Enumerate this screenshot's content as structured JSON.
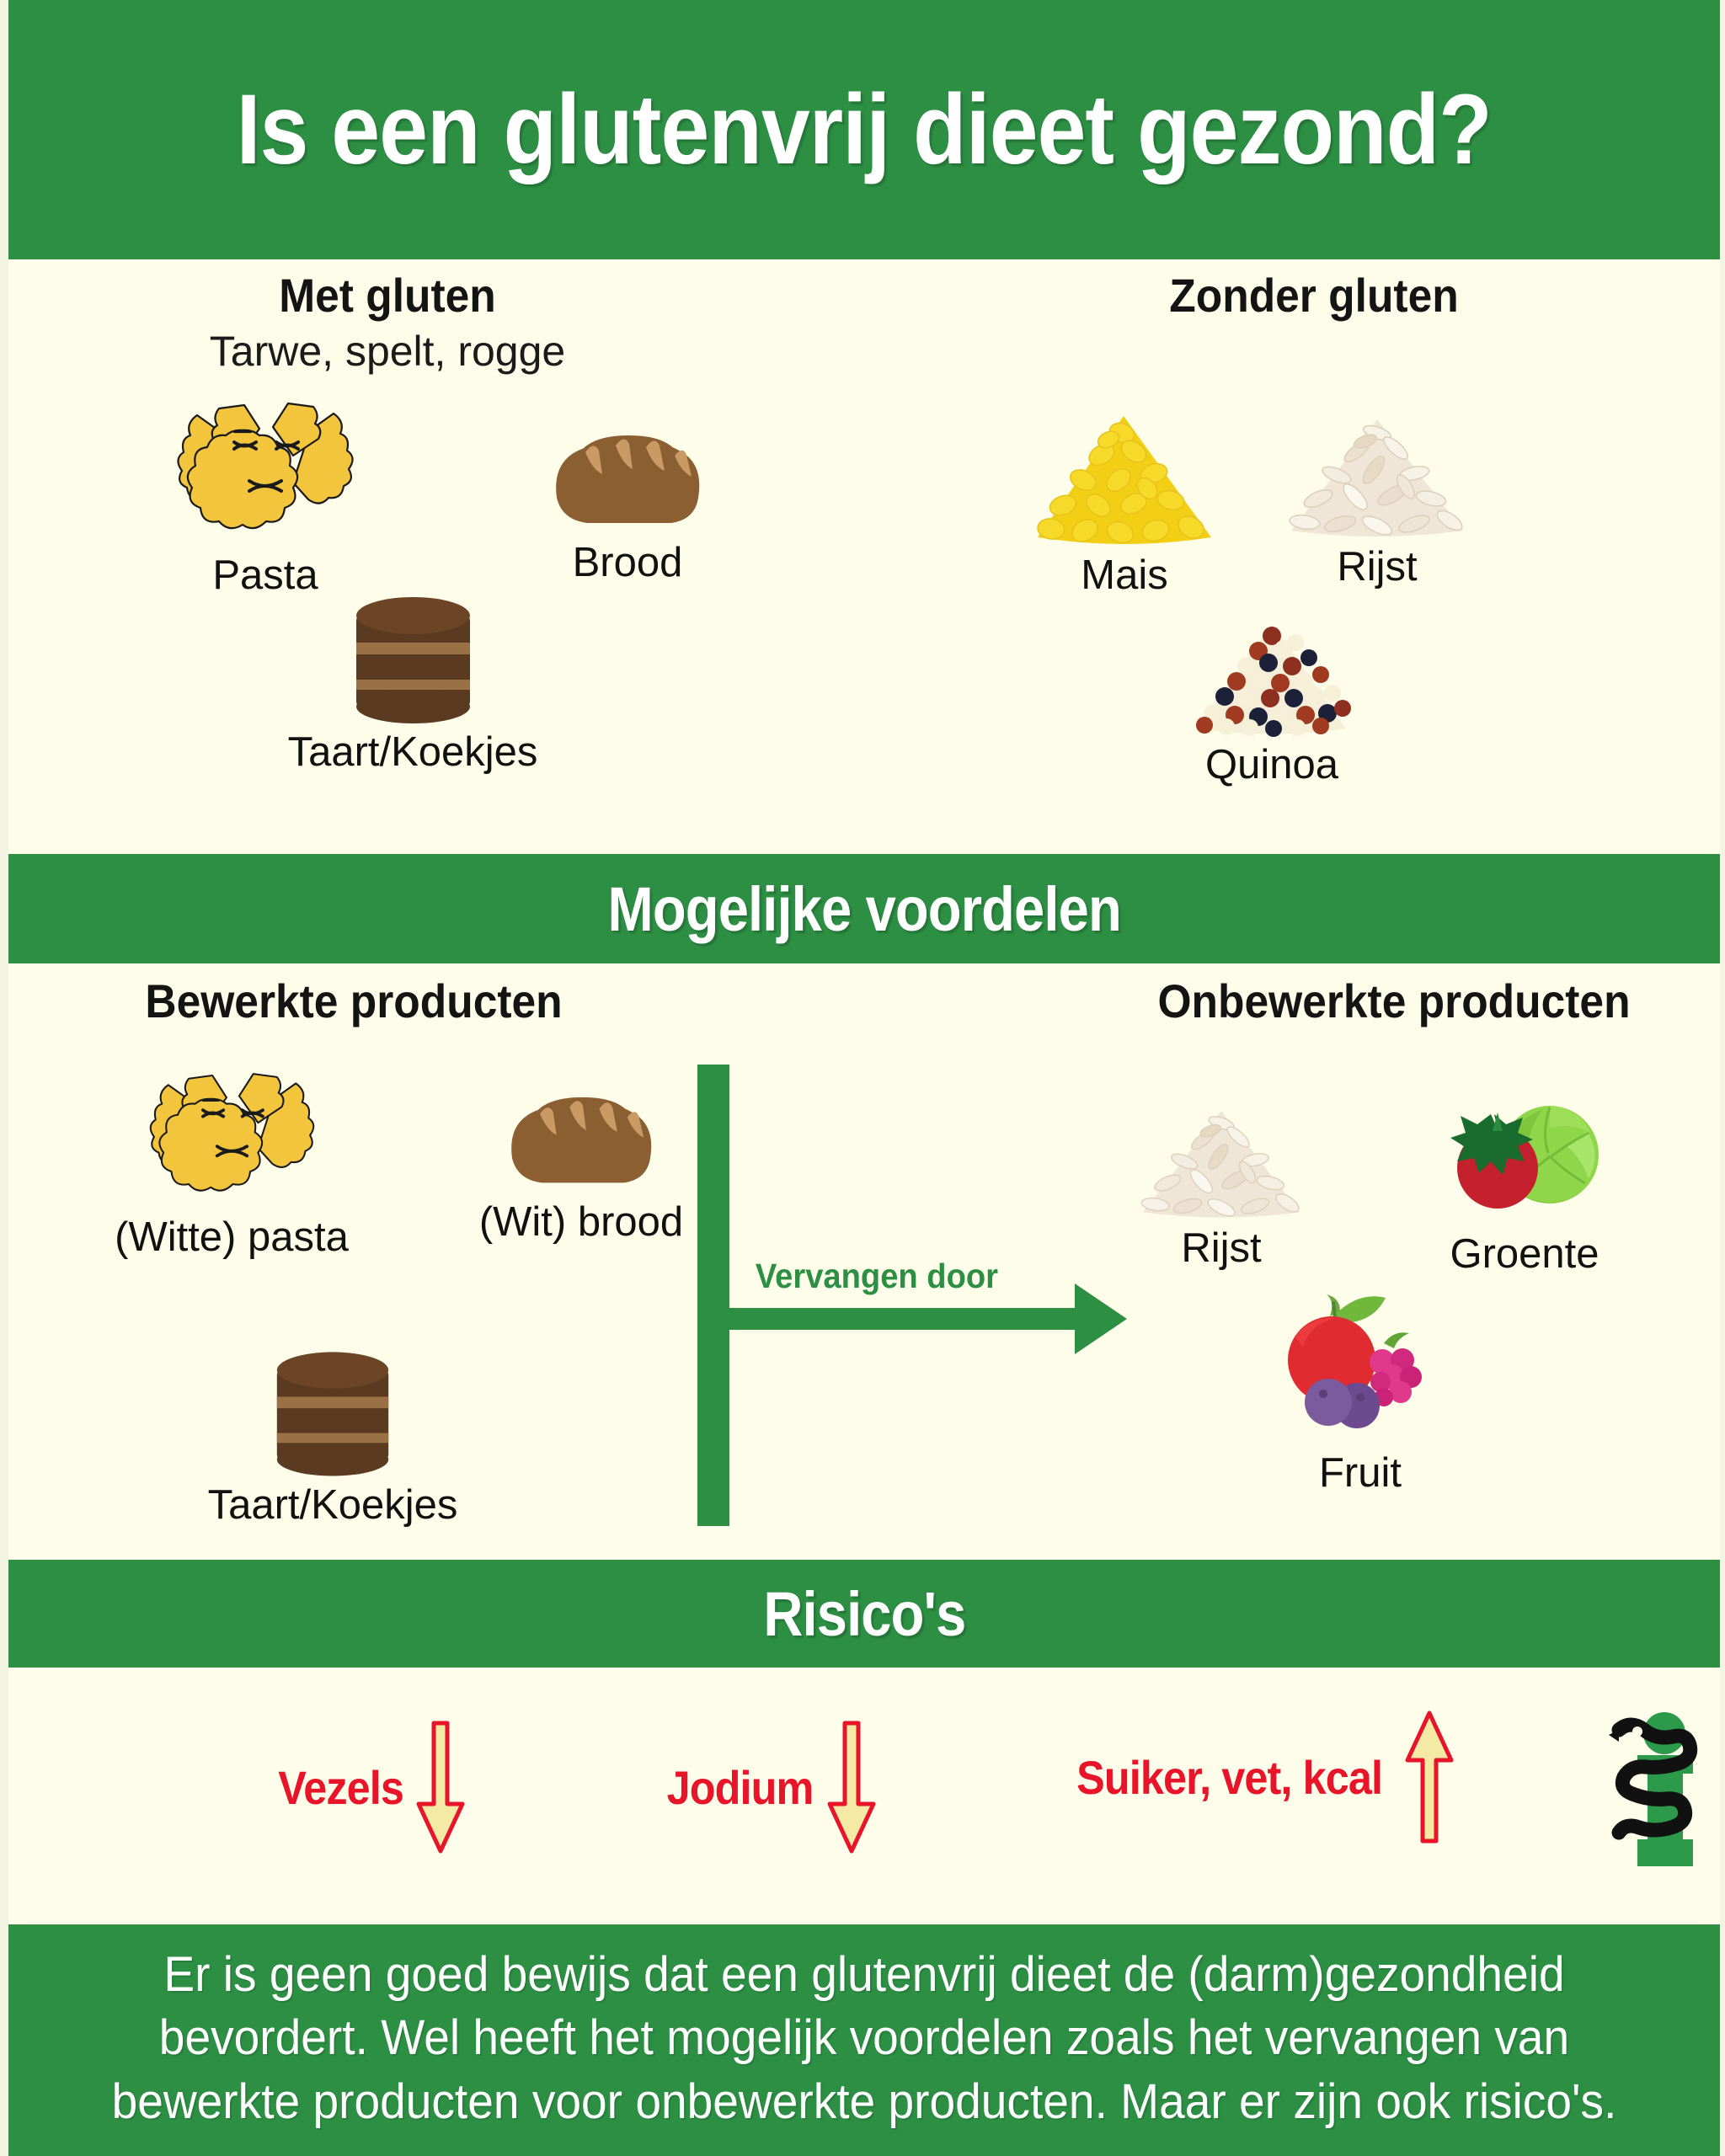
{
  "header": {
    "title": "Is een glutenvrij dieet gezond?"
  },
  "bands": {
    "voordelen": "Mogelijke voordelen",
    "risicos": "Risico's"
  },
  "colors": {
    "green": "#2c8f43",
    "cream": "#fdfdea",
    "red": "#e8152a",
    "arrow_fill": "#f5e9a6",
    "text": "#141414"
  },
  "gluten_panel": {
    "left": {
      "heading": "Met gluten",
      "subheading": "Tarwe, spelt, rogge",
      "items": [
        {
          "label": "Pasta",
          "icon": "pasta-bowtie-icon"
        },
        {
          "label": "Brood",
          "icon": "bread-loaf-icon"
        },
        {
          "label": "Taart/Koekjes",
          "icon": "cake-icon"
        }
      ]
    },
    "right": {
      "heading": "Zonder gluten",
      "items": [
        {
          "label": "Mais",
          "icon": "corn-pile-icon"
        },
        {
          "label": "Rijst",
          "icon": "rice-pile-icon"
        },
        {
          "label": "Quinoa",
          "icon": "quinoa-pile-icon"
        }
      ]
    }
  },
  "voordelen_panel": {
    "left": {
      "heading": "Bewerkte producten",
      "items": [
        {
          "label": "(Witte) pasta",
          "icon": "pasta-bowtie-icon"
        },
        {
          "label": "(Wit) brood",
          "icon": "bread-loaf-icon"
        },
        {
          "label": "Taart/Koekjes",
          "icon": "cake-icon"
        }
      ]
    },
    "flow_label": "Vervangen door",
    "right": {
      "heading": "Onbewerkte producten",
      "items": [
        {
          "label": "Rijst",
          "icon": "rice-pile-icon"
        },
        {
          "label": "Groente",
          "icon": "vegetables-icon"
        },
        {
          "label": "Fruit",
          "icon": "fruit-icon"
        }
      ]
    }
  },
  "risk_panel": {
    "items": [
      {
        "label": "Vezels",
        "direction": "down",
        "icon": "arrow-down-icon"
      },
      {
        "label": "Jodium",
        "direction": "down",
        "icon": "arrow-down-icon"
      },
      {
        "label": "Suiker, vet, kcal",
        "direction": "up",
        "icon": "arrow-up-icon"
      }
    ],
    "logo": "asclepius-staff-icon"
  },
  "footer": {
    "text": "Er is geen goed bewijs dat een glutenvrij dieet de (darm)gezondheid bevordert. Wel heeft het mogelijk voordelen zoals het vervangen van bewerkte producten voor onbewerkte producten. Maar er zijn ook risico's."
  }
}
